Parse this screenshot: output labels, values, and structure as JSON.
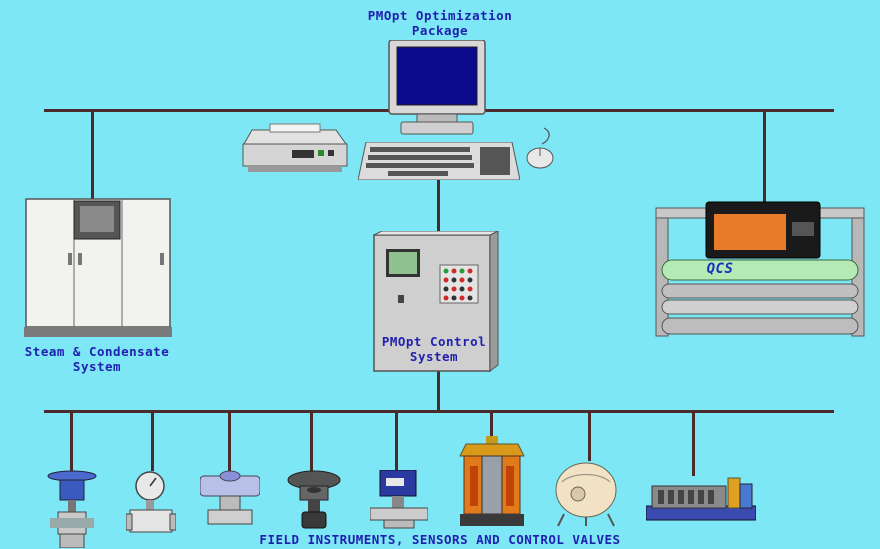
{
  "title": "PMOpt Optimization Package",
  "title_lines": [
    "PMOpt Optimization",
    "Package"
  ],
  "steam": {
    "label_lines": [
      "Steam & Condensate",
      "System"
    ]
  },
  "control": {
    "label_lines": [
      "PMOpt Control",
      "System"
    ]
  },
  "qcs": {
    "badge": "QCS"
  },
  "footer": "FIELD INSTRUMENTS, SENSORS AND CONTROL VALVES",
  "colors": {
    "background": "#7ee7f5",
    "bus_line": "#4a2a2a",
    "label_text": "#1f1fb0"
  },
  "icons": [
    "monitor-icon",
    "printer-icon",
    "keyboard-icon",
    "mouse-icon",
    "steam-cabinet-icon",
    "control-cabinet-icon",
    "qcs-scanner-icon",
    "control-valve-icon",
    "pressure-gauge-icon",
    "flow-meter-icon",
    "actuator-valve-icon",
    "transmitter-icon",
    "refiner-icon",
    "tank-vessel-icon",
    "conveyor-machine-icon"
  ]
}
